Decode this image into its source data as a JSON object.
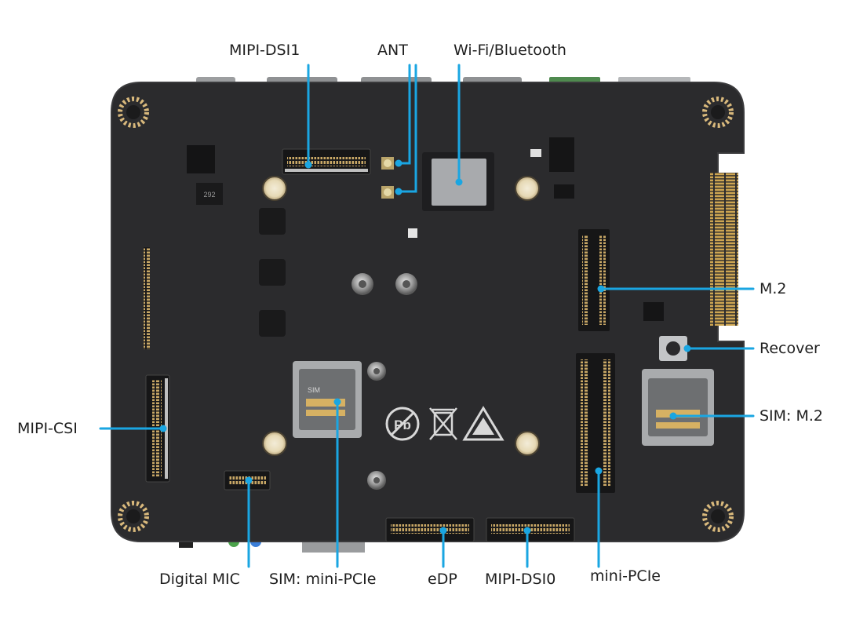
{
  "colors": {
    "leader": "#1aa6e2",
    "board": "#2b2b2d",
    "board_edge": "#3a3a3c",
    "label_text": "#1f1f1f",
    "gold": "#d9b97c",
    "connector_dark": "#161617",
    "connector_silver": "#a9abad"
  },
  "labels": {
    "mipi_dsi1": "MIPI-DSI1",
    "ant": "ANT",
    "wifi_bt": "Wi-Fi/Bluetooth",
    "m2": "M.2",
    "recover": "Recover",
    "sim_m2": "SIM: M.2",
    "mipi_csi": "MIPI-CSI",
    "digital_mic": "Digital MIC",
    "sim_minipcie": "SIM: mini-PCIe",
    "edp": "eDP",
    "mipi_dsi0": "MIPI-DSI0",
    "minipcie": "mini-PCIe"
  },
  "board_marks": {
    "inductor_code": "292",
    "sim_text": "SIM"
  },
  "icons": [
    "lead-free-pb-icon",
    "weee-crossed-bin-icon",
    "esd-warning-icon"
  ]
}
